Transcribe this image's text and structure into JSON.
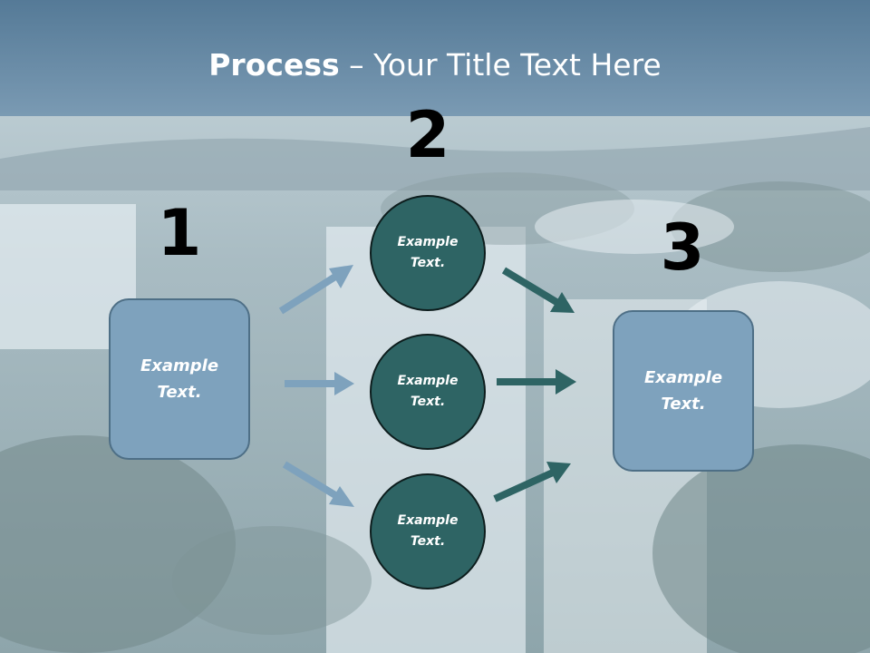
{
  "slide": {
    "title_bold": "Process",
    "title_rest": " – Your Title Text Here"
  },
  "steps": [
    {
      "number": "1",
      "text": "Example Text."
    },
    {
      "number": "2",
      "items": [
        "Example Text.",
        "Example Text.",
        "Example Text."
      ]
    },
    {
      "number": "3",
      "text": "Example Text."
    }
  ],
  "colors": {
    "box_fill": "#7ea2bd",
    "circle_fill": "#2e6464",
    "arrow_light": "#7ea2bd",
    "arrow_dark": "#2e6464",
    "sky_band": "#6f8fa9"
  }
}
